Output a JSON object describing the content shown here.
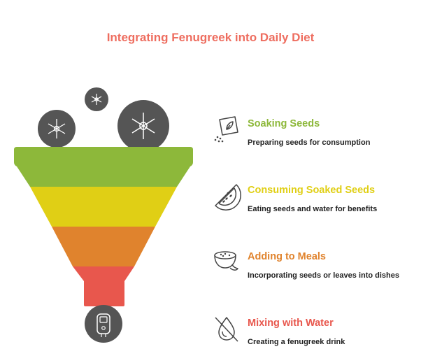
{
  "title": "Integrating Fenugreek into Daily Diet",
  "colors": {
    "title": "#ee6d5f",
    "stage1": "#8db83a",
    "stage2": "#e0cf15",
    "stage3": "#e0832d",
    "stage4": "#e8574d",
    "circle": "#555555"
  },
  "items": [
    {
      "title": "Soaking Seeds",
      "description": "Preparing seeds for consumption",
      "color": "#8db83a",
      "icon": "seed-packet-icon"
    },
    {
      "title": "Consuming Soaked Seeds",
      "description": "Eating seeds and water for benefits",
      "color": "#e0cf15",
      "icon": "watermelon-slice-icon"
    },
    {
      "title": "Adding to Meals",
      "description": "Incorporating seeds or leaves into dishes",
      "color": "#e0832d",
      "icon": "bowl-icon"
    },
    {
      "title": "Mixing with Water",
      "description": "Creating a fenugreek drink",
      "color": "#e8574d",
      "icon": "water-drop-slash-icon"
    }
  ]
}
